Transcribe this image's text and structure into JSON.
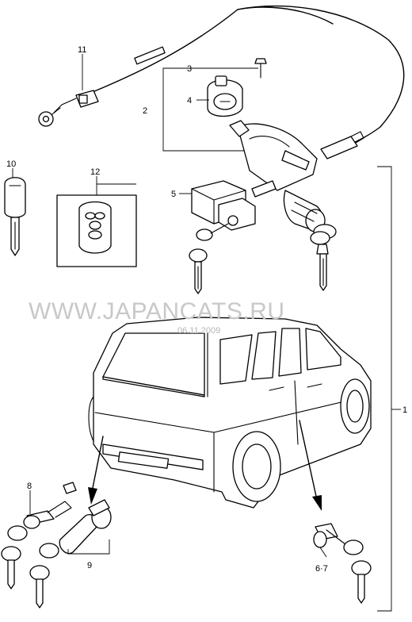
{
  "watermark": {
    "site": "WWW.JAPANCATS.RU",
    "date": "06.11.2009"
  },
  "callouts": [
    "1",
    "2",
    "3",
    "4",
    "5",
    "6·7",
    "8",
    "9",
    "10",
    "11",
    "12"
  ],
  "colors": {
    "ink": "#000000",
    "paper": "#ffffff",
    "watermark": "#c8c8c8"
  }
}
